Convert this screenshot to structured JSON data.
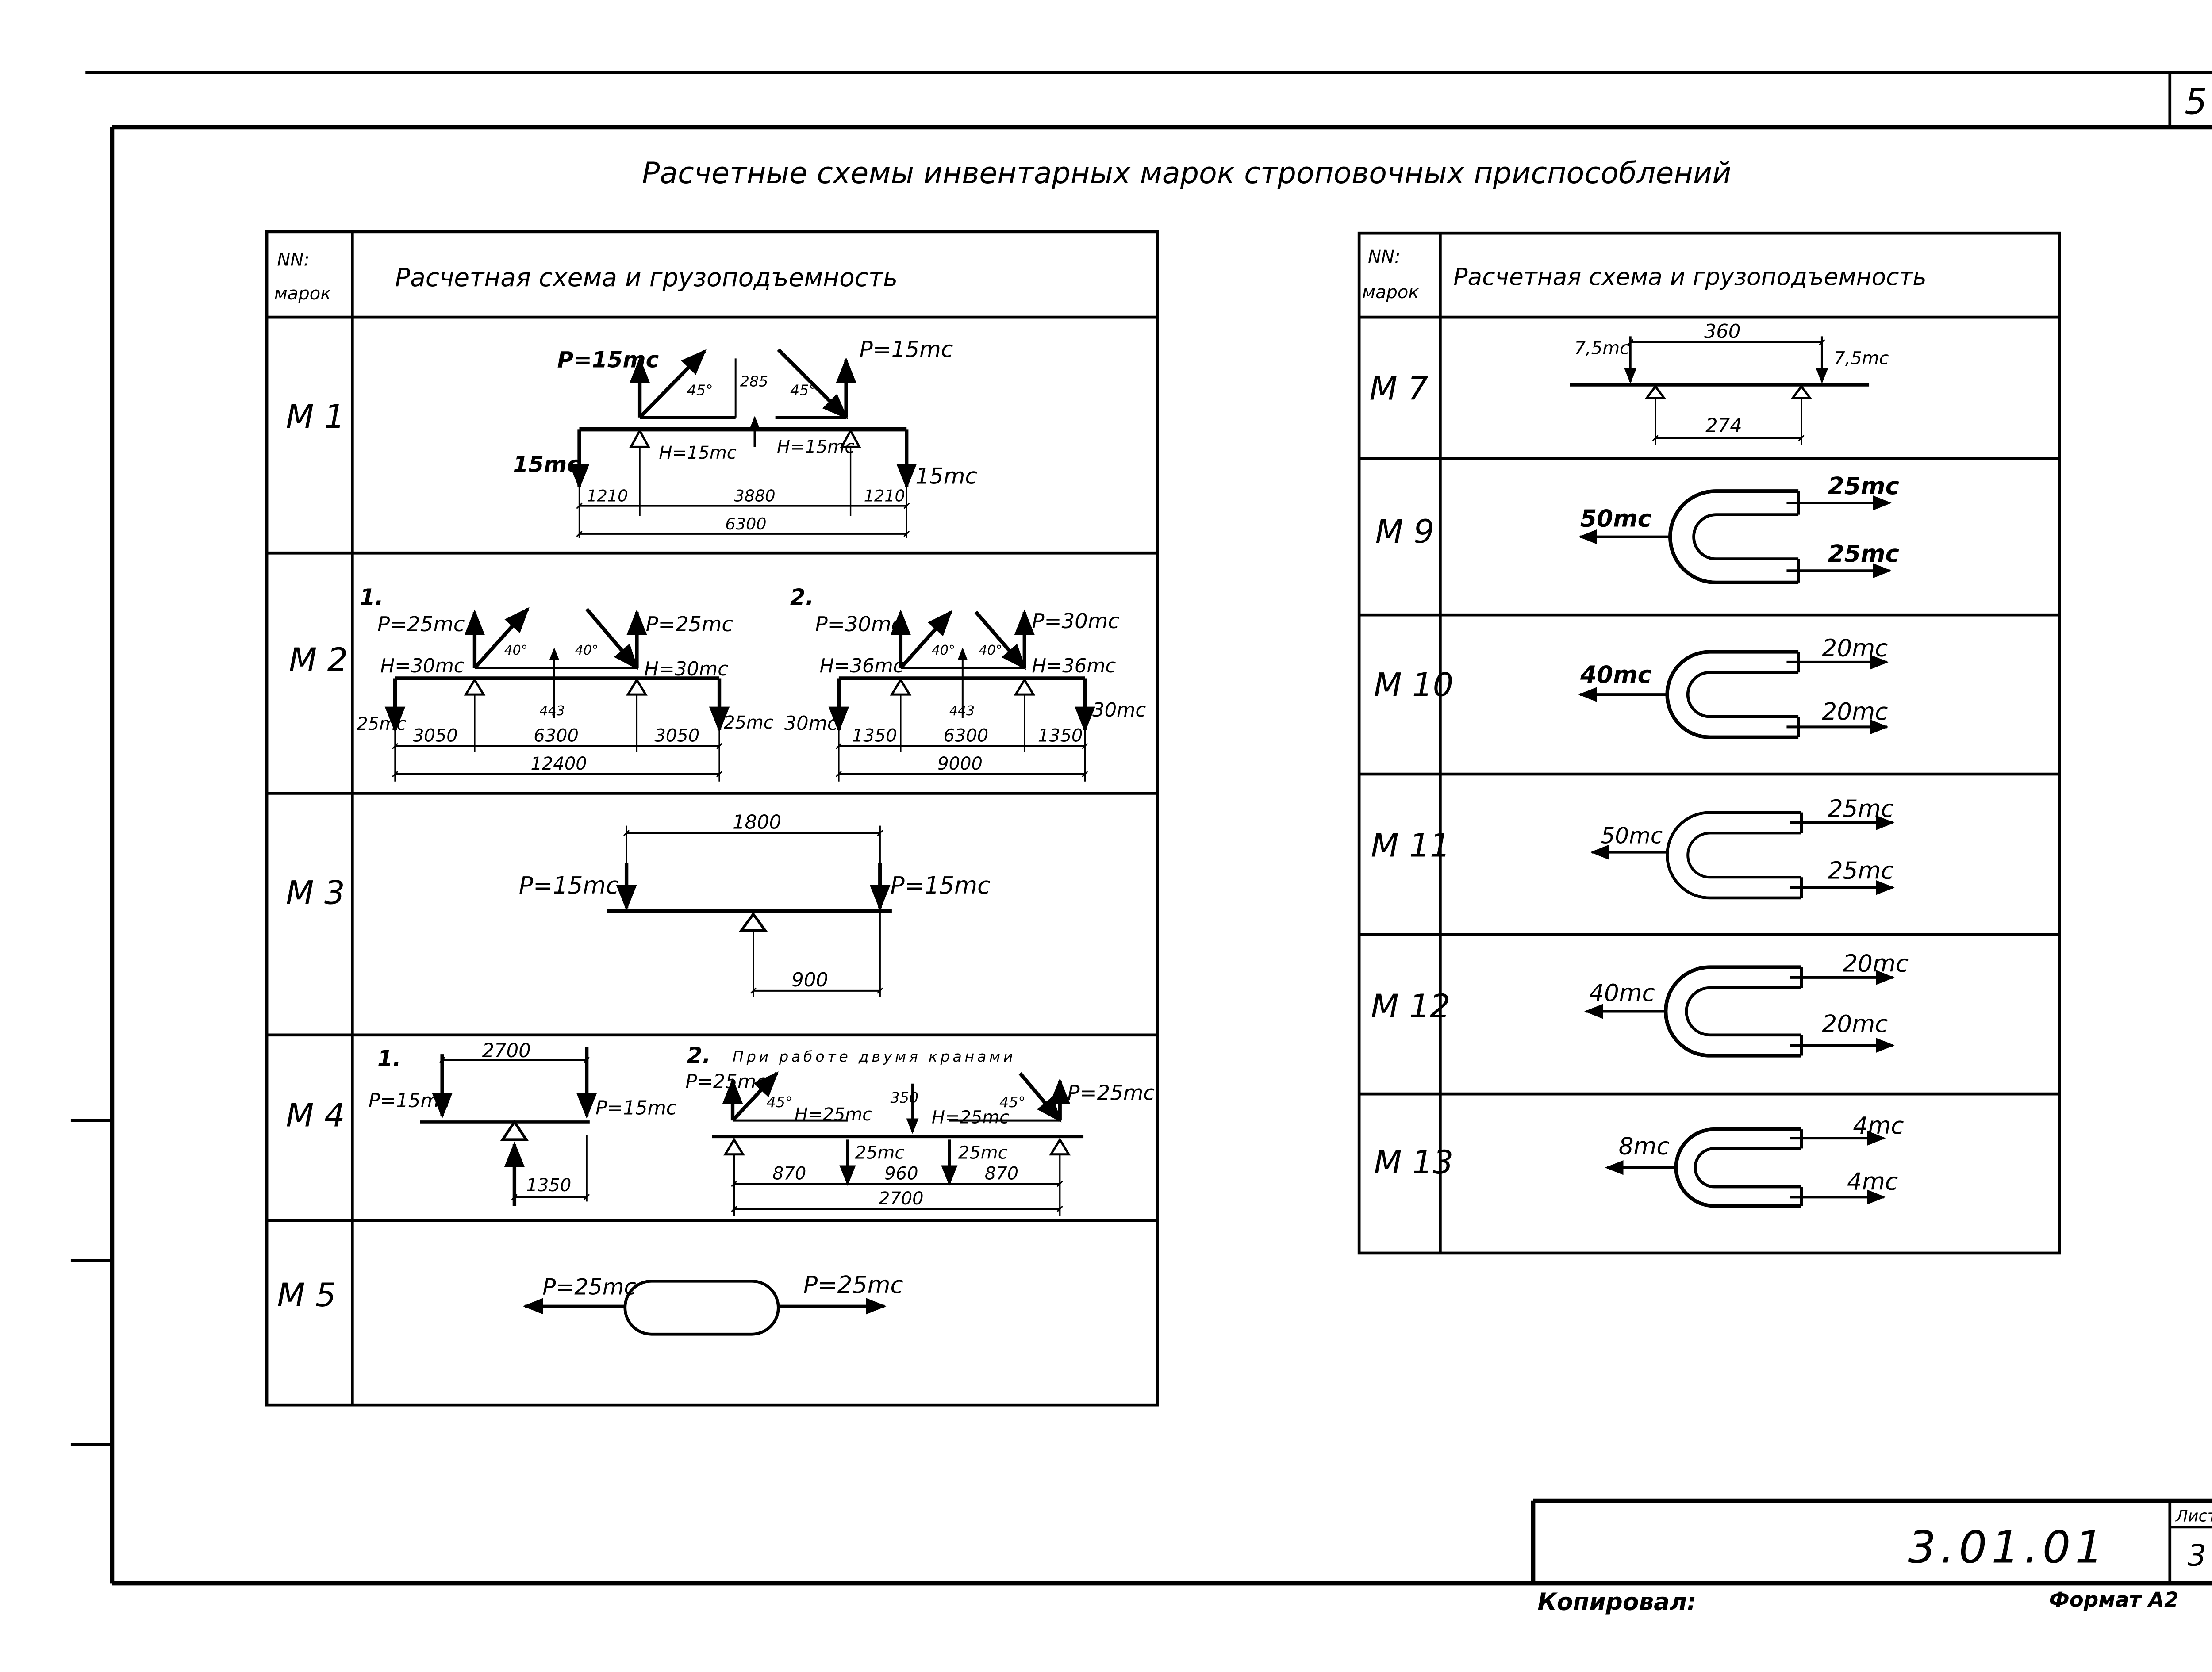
{
  "sheet_number": "5",
  "title": "Расчетные схемы инвентарных марок строповочных приспособлений",
  "left_table": {
    "header": {
      "col1_line1": "NN:",
      "col1_line2": "марок",
      "col2": "Расчетная схема и грузоподъемность"
    },
    "rows": {
      "m1": {
        "mark": "М 1",
        "p_left": "P=15mc",
        "p_right": "P=15mc",
        "angle_left": "45°",
        "angle_right": "45°",
        "dim_285": "285",
        "h_left": "H=15mc",
        "h_right": "H=15mc",
        "side_left": "15mc",
        "side_right": "15mc",
        "d1": "1210",
        "d2": "3880",
        "d3": "1210",
        "total": "6300"
      },
      "m2": {
        "mark": "М 2",
        "c1_num": "1.",
        "c1_p_left": "P=25mc",
        "c1_p_right": "P=25mc",
        "c1_h_left": "H=30mc",
        "c1_h_right": "H=30mc",
        "c1_a_left": "40°",
        "c1_a_right": "40°",
        "c1_443": "443",
        "c1_side_left": "25mc",
        "c1_side_right": "25mc",
        "c1_d1": "3050",
        "c1_d2": "6300",
        "c1_d3": "3050",
        "c1_total": "12400",
        "c2_num": "2.",
        "c2_p_left": "P=30mc",
        "c2_p_right": "P=30mc",
        "c2_h_left": "H=36mc",
        "c2_h_right": "H=36mc",
        "c2_a_left": "40°",
        "c2_a_right": "40°",
        "c2_443": "443",
        "c2_side_left": "30mc",
        "c2_side_right": "30mc",
        "c2_d1": "1350",
        "c2_d2": "6300",
        "c2_d3": "1350",
        "c2_total": "9000"
      },
      "m3": {
        "mark": "М 3",
        "dim_top": "1800",
        "p_left": "P=15mc",
        "p_right": "P=15mc",
        "dim_bottom": "900"
      },
      "m4": {
        "mark": "М 4",
        "c1_num": "1.",
        "c1_dim": "2700",
        "c1_p_left": "P=15mc",
        "c1_p_right": "P=15mc",
        "c1_1350": "1350",
        "c2_num": "2.",
        "c2_note": "При работе двумя кранами",
        "c2_p_left": "P=25mc",
        "c2_p_right": "P=25mc",
        "c2_a_left": "45°",
        "c2_a_right": "45°",
        "c2_h_left": "H=25mc",
        "c2_h_right": "H=25mc",
        "c2_350": "350",
        "c2_r_left": "25mc",
        "c2_r_right": "25mc",
        "c2_d1": "870",
        "c2_d2": "960",
        "c2_d3": "870",
        "c2_total": "2700"
      },
      "m5": {
        "mark": "М 5",
        "p_left": "P=25mc",
        "p_right": "P=25mc"
      }
    }
  },
  "right_table": {
    "header": {
      "col1_line1": "NN:",
      "col1_line2": "марок",
      "col2": "Расчетная схема и грузоподъемность"
    },
    "rows": {
      "m7": {
        "mark": "М 7",
        "left": "7,5mc",
        "top": "360",
        "right": "7,5mc",
        "bottom": "274"
      },
      "m9": {
        "mark": "М 9",
        "left": "50mc",
        "top": "25mc",
        "bottom": "25mc"
      },
      "m10": {
        "mark": "М 10",
        "left": "40mc",
        "top": "20mc",
        "bottom": "20mc"
      },
      "m11": {
        "mark": "М 11",
        "left": "50mc",
        "top": "25mc",
        "bottom": "25mc"
      },
      "m12": {
        "mark": "М 12",
        "left": "40mc",
        "top": "20mc",
        "bottom": "20mc"
      },
      "m13": {
        "mark": "М 13",
        "left": "8mc",
        "top": "4mc",
        "bottom": "4mc"
      }
    }
  },
  "stamp": {
    "code": "3.01.01",
    "list_label": "Лист",
    "list_number": "3"
  },
  "footer": {
    "copied": "Копировал:",
    "format": "Формат А2"
  }
}
